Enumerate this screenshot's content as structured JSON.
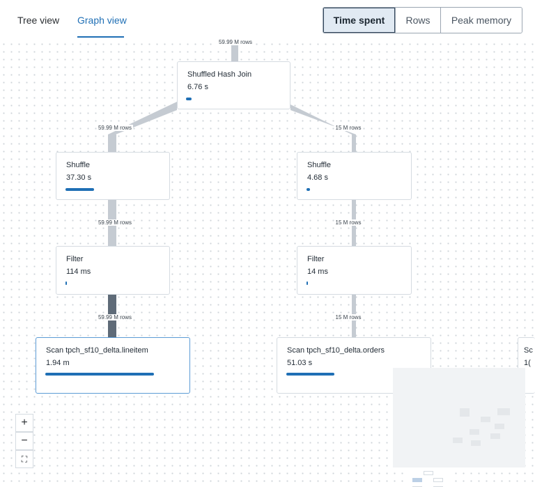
{
  "tabs": [
    {
      "label": "Tree view",
      "active": false
    },
    {
      "label": "Graph view",
      "active": true
    }
  ],
  "metric_selector": {
    "options": [
      "Time spent",
      "Rows",
      "Peak memory"
    ],
    "selected": "Time spent"
  },
  "edges": {
    "top": "59.99 M rows",
    "join_left": "59.99 M rows",
    "join_right": "15 M rows",
    "shuffle_left": "59.99 M rows",
    "shuffle_right": "15 M rows",
    "filter_left": "59.99 M rows",
    "filter_right": "15 M rows"
  },
  "nodes": {
    "join": {
      "title": "Shuffled Hash Join",
      "metric": "6.76 s",
      "bar_fraction": 0.05
    },
    "shuffle_left": {
      "title": "Shuffle",
      "metric": "37.30 s",
      "bar_fraction": 0.26
    },
    "shuffle_right": {
      "title": "Shuffle",
      "metric": "4.68 s",
      "bar_fraction": 0.03
    },
    "filter_left": {
      "title": "Filter",
      "metric": "114 ms",
      "bar_fraction": 0.01
    },
    "filter_right": {
      "title": "Filter",
      "metric": "14 ms",
      "bar_fraction": 0.01
    },
    "scan_lineitem": {
      "title": "Scan tpch_sf10_delta.lineitem",
      "metric": "1.94 m",
      "bar_fraction": 1.0
    },
    "scan_orders": {
      "title": "Scan tpch_sf10_delta.orders",
      "metric": "51.03 s",
      "bar_fraction": 0.44
    },
    "scan_partial": {
      "title": "Sc",
      "metric": "1("
    }
  },
  "zoom_controls": {
    "zoom_in": "+",
    "zoom_out": "−",
    "fit": "⛶"
  },
  "colors": {
    "accent": "#1f6fb5",
    "edge_light": "#c5cbd2",
    "edge_dark": "#5f6b78"
  }
}
